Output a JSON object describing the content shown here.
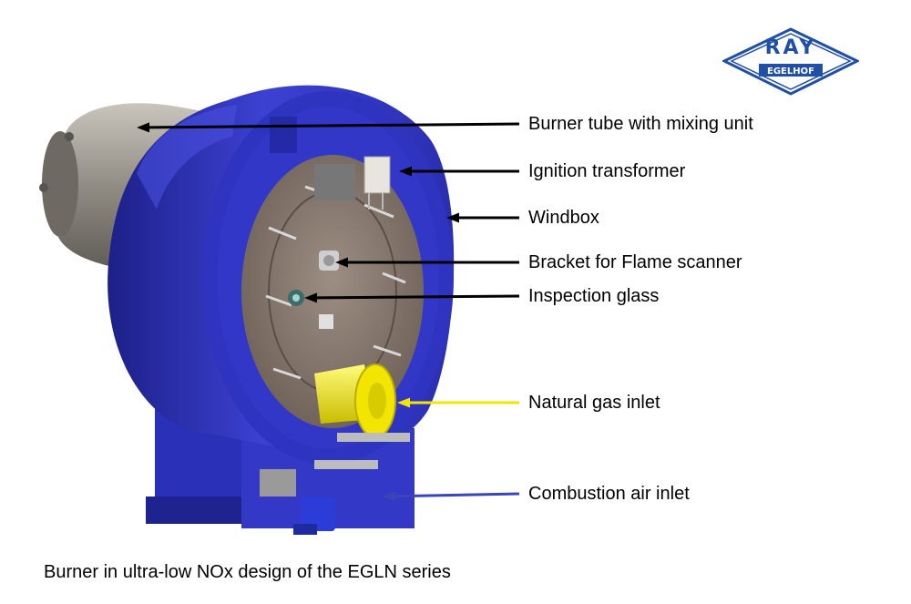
{
  "logo": {
    "main_text": "RAY",
    "sub_text": "EGELHOF",
    "color": "#1f4fa6"
  },
  "callouts": [
    {
      "label": "Burner tube with mixing unit",
      "arrow_color": "#000000"
    },
    {
      "label": "Ignition transformer",
      "arrow_color": "#000000"
    },
    {
      "label": "Windbox",
      "arrow_color": "#000000"
    },
    {
      "label": "Bracket for Flame scanner",
      "arrow_color": "#000000"
    },
    {
      "label": "Inspection glass",
      "arrow_color": "#000000"
    },
    {
      "label": "Natural gas inlet",
      "arrow_color": "#f2e600"
    },
    {
      "label": "Combustion air inlet",
      "arrow_color": "#3a45b8"
    }
  ],
  "caption": "Burner in ultra-low NOx design of the EGLN series",
  "colors": {
    "windbox": "#3a3fcf",
    "windbox_dark": "#1e2290",
    "burner_tube": "#8f8a80",
    "front_plate": "#8a7a6e",
    "gas_inlet": "#f2e600"
  }
}
